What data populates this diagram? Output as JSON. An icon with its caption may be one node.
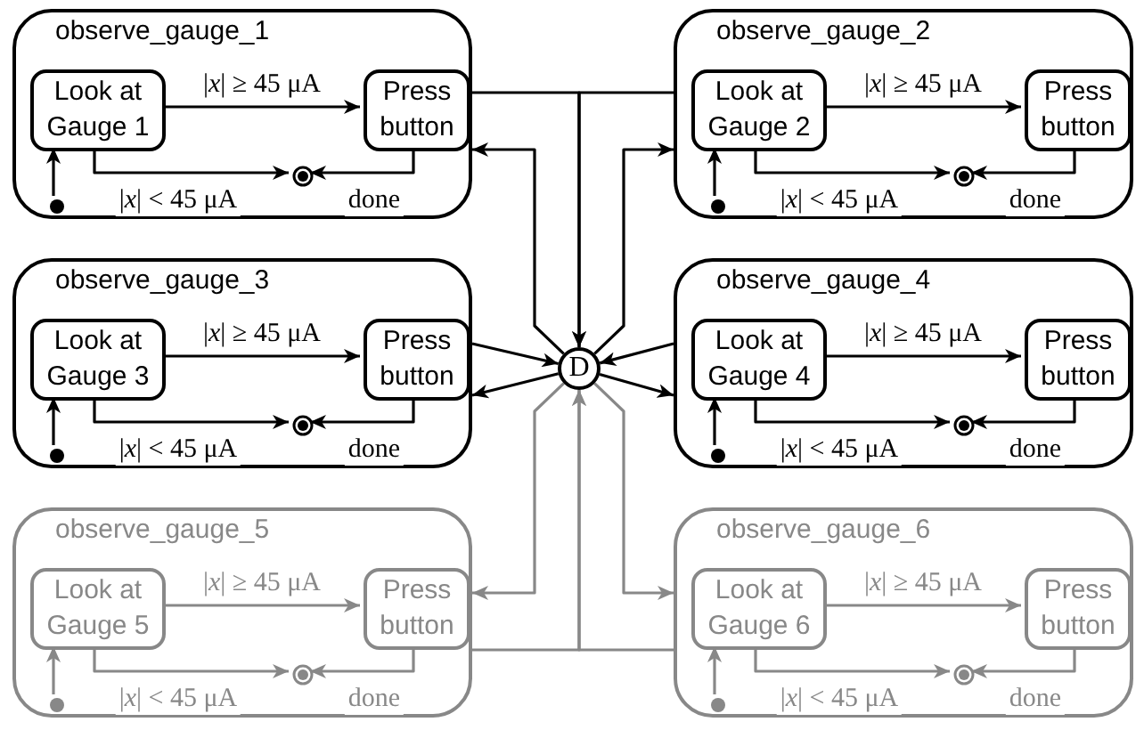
{
  "diagram": {
    "nodes": [
      {
        "text": [
          "observe_gauge_1"
        ]
      },
      {
        "text": [
          "Look at Gauge 1"
        ],
        "in": 0
      },
      {
        "text": [
          "Press button"
        ],
        "in": 0
      },
      {
        "text": [],
        "shape": "circle",
        "in": 0
      },
      {
        "text": [],
        "shape": "bullseye",
        "in": 0
      },
      {
        "text": [
          "observe_gauge_2"
        ]
      },
      {
        "text": [
          "Look at Gauge 2"
        ],
        "in": 5
      },
      {
        "text": [
          "Press button"
        ],
        "in": 5
      },
      {
        "text": [],
        "shape": "circle",
        "in": 5
      },
      {
        "text": [],
        "shape": "bullseye",
        "in": 5
      },
      {
        "text": [
          "observe_gauge_3"
        ]
      },
      {
        "text": [
          "Look at Gauge 3"
        ],
        "in": 10
      },
      {
        "text": [
          "Press button"
        ],
        "in": 10
      },
      {
        "text": [],
        "shape": "circle",
        "in": 10
      },
      {
        "text": [],
        "shape": "bullseye",
        "in": 10
      },
      {
        "text": [
          "observe_gauge_4"
        ]
      },
      {
        "text": [
          "Look at Gauge 4"
        ],
        "in": 15
      },
      {
        "text": [
          "Press button"
        ],
        "in": 15
      },
      {
        "text": [],
        "shape": "circle",
        "in": 15
      },
      {
        "text": [],
        "shape": "bullseye",
        "in": 15
      },
      {
        "text": [
          "D"
        ]
      },
      {
        "text": [
          "observe_gauge_5"
        ]
      },
      {
        "text": [
          "Look at Gauge 5"
        ],
        "in": 21
      },
      {
        "text": [
          "Press button"
        ],
        "in": 21
      },
      {
        "text": [],
        "shape": "circle",
        "in": 21
      },
      {
        "text": [],
        "shape": "bullseye",
        "in": 21
      },
      {
        "text": [
          "observe_gauge_6"
        ]
      },
      {
        "text": [
          "Look at Gauge 6"
        ],
        "in": 26
      },
      {
        "text": [
          "Press button"
        ],
        "in": 26
      },
      {
        "text": [],
        "shape": "circle",
        "in": 26
      },
      {
        "text": [],
        "shape": "bullseye",
        "in": 26
      }
    ],
    "edges": [
      {
        "from": 3,
        "to": 1,
        "arrow": "to"
      },
      {
        "from": 1,
        "to": 2,
        "arrow": "to",
        "label": "|*x*| ≥ 45 μA"
      },
      {
        "from": 1,
        "to": 4,
        "arrow": "to",
        "label": "|*x*| < 45 μA"
      },
      {
        "from": 2,
        "to": 4,
        "arrow": "to",
        "label": "done"
      },
      {
        "from": 8,
        "to": 6,
        "arrow": "to"
      },
      {
        "from": 6,
        "to": 7,
        "arrow": "to",
        "label": "|*x*| ≥ 45 μA"
      },
      {
        "from": 6,
        "to": 9,
        "arrow": "to",
        "label": "|*x*| < 45 μA"
      },
      {
        "from": 7,
        "to": 9,
        "arrow": "to",
        "label": "done"
      },
      {
        "from": 13,
        "to": 11,
        "arrow": "to"
      },
      {
        "from": 11,
        "to": 12,
        "arrow": "to",
        "label": "|*x*| ≥ 45 μA"
      },
      {
        "from": 11,
        "to": 14,
        "arrow": "to",
        "label": "|*x*| < 45 μA"
      },
      {
        "from": 12,
        "to": 14,
        "arrow": "to",
        "label": "done"
      },
      {
        "from": 18,
        "to": 16,
        "arrow": "to"
      },
      {
        "from": 16,
        "to": 17,
        "arrow": "to",
        "label": "|*x*| ≥ 45 μA"
      },
      {
        "from": 16,
        "to": 19,
        "arrow": "to",
        "label": "|*x*| < 45 μA"
      },
      {
        "from": 17,
        "to": 19,
        "arrow": "to",
        "label": "done"
      },
      {
        "from": 24,
        "to": 22,
        "arrow": "to",
        "color": "#888888"
      },
      {
        "from": 22,
        "to": 23,
        "arrow": "to",
        "label": "|*x*| ≥ 45 μA",
        "color": "#888888"
      },
      {
        "from": 22,
        "to": 25,
        "arrow": "to",
        "label": "|*x*| < 45 μA",
        "color": "#888888"
      },
      {
        "from": 23,
        "to": 25,
        "arrow": "to",
        "label": "done",
        "color": "#888888"
      },
      {
        "from": 29,
        "to": 27,
        "arrow": "to",
        "color": "#888888"
      },
      {
        "from": 27,
        "to": 28,
        "arrow": "to",
        "label": "|*x*| ≥ 45 μA",
        "color": "#888888"
      },
      {
        "from": 27,
        "to": 30,
        "arrow": "to",
        "label": "|*x*| < 45 μA",
        "color": "#888888"
      },
      {
        "from": 28,
        "to": 30,
        "arrow": "to",
        "label": "done",
        "color": "#888888"
      },
      {
        "from": 0,
        "to": 20,
        "arrow": "to"
      },
      {
        "from": 20,
        "to": 0,
        "arrow": "to"
      },
      {
        "from": 5,
        "to": 20,
        "arrow": "to"
      },
      {
        "from": 20,
        "to": 5,
        "arrow": "to"
      },
      {
        "from": 10,
        "to": 20,
        "arrow": "to"
      },
      {
        "from": 20,
        "to": 10,
        "arrow": "to"
      },
      {
        "from": 15,
        "to": 20,
        "arrow": "to"
      },
      {
        "from": 20,
        "to": 15,
        "arrow": "to"
      },
      {
        "from": 21,
        "to": 20,
        "arrow": "to",
        "color": "#888888"
      },
      {
        "from": 20,
        "to": 21,
        "arrow": "to",
        "color": "#888888"
      },
      {
        "from": 26,
        "to": 20,
        "arrow": "to",
        "color": "#888888"
      },
      {
        "from": 20,
        "to": 26,
        "arrow": "to",
        "color": "#888888"
      }
    ]
  }
}
